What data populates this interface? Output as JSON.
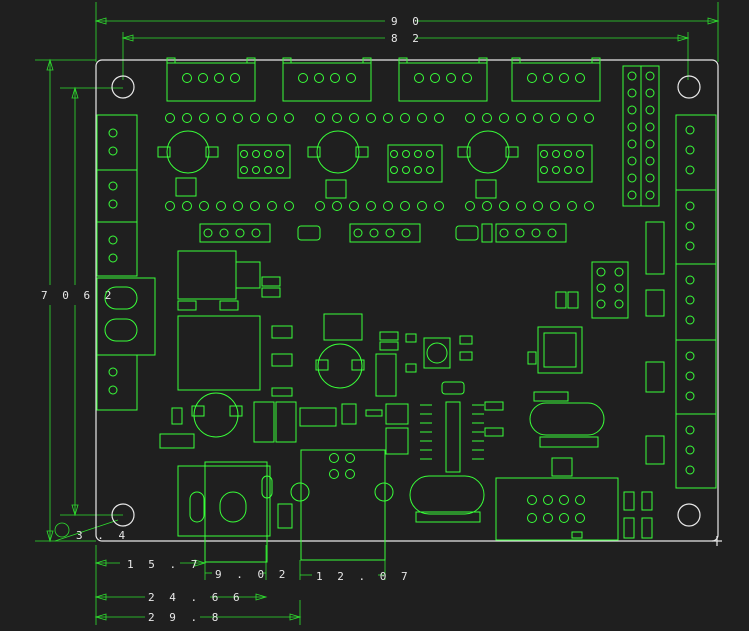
{
  "dimensions": {
    "top_outer": "9 0",
    "top_inner": "8 2",
    "left_height": "7 0 6 2",
    "corner": "3 . 4",
    "bottom_1": "1 5 . 7",
    "bottom_2": "9 . 0 2",
    "bottom_3": "1 2 . 0 7",
    "bottom_4": "2 4 . 6 6",
    "bottom_5": "2 9 . 8"
  },
  "colors": {
    "background": "#1f1f1f",
    "outline": "#39ff39",
    "board_edge": "#e8e8e8",
    "text": "#e8e8e8"
  }
}
